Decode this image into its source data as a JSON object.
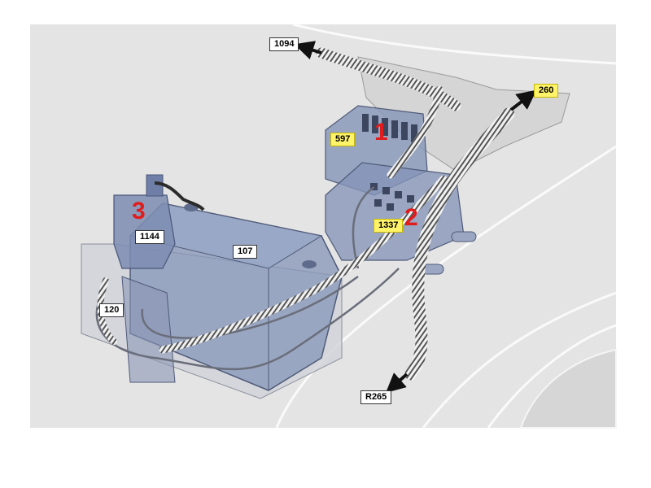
{
  "callouts": {
    "c1094": "1094",
    "c260": "260",
    "c597": "597",
    "c1337": "1337",
    "c1144": "1144",
    "c107": "107",
    "c120": "120",
    "cR265": "R265"
  },
  "markers": {
    "m1": "1",
    "m2": "2",
    "m3": "3"
  },
  "colors": {
    "background": "#e4e4e4",
    "battery": "#8595b8",
    "highlight_label": "#fff36a",
    "marker_number": "#e01c1c"
  }
}
